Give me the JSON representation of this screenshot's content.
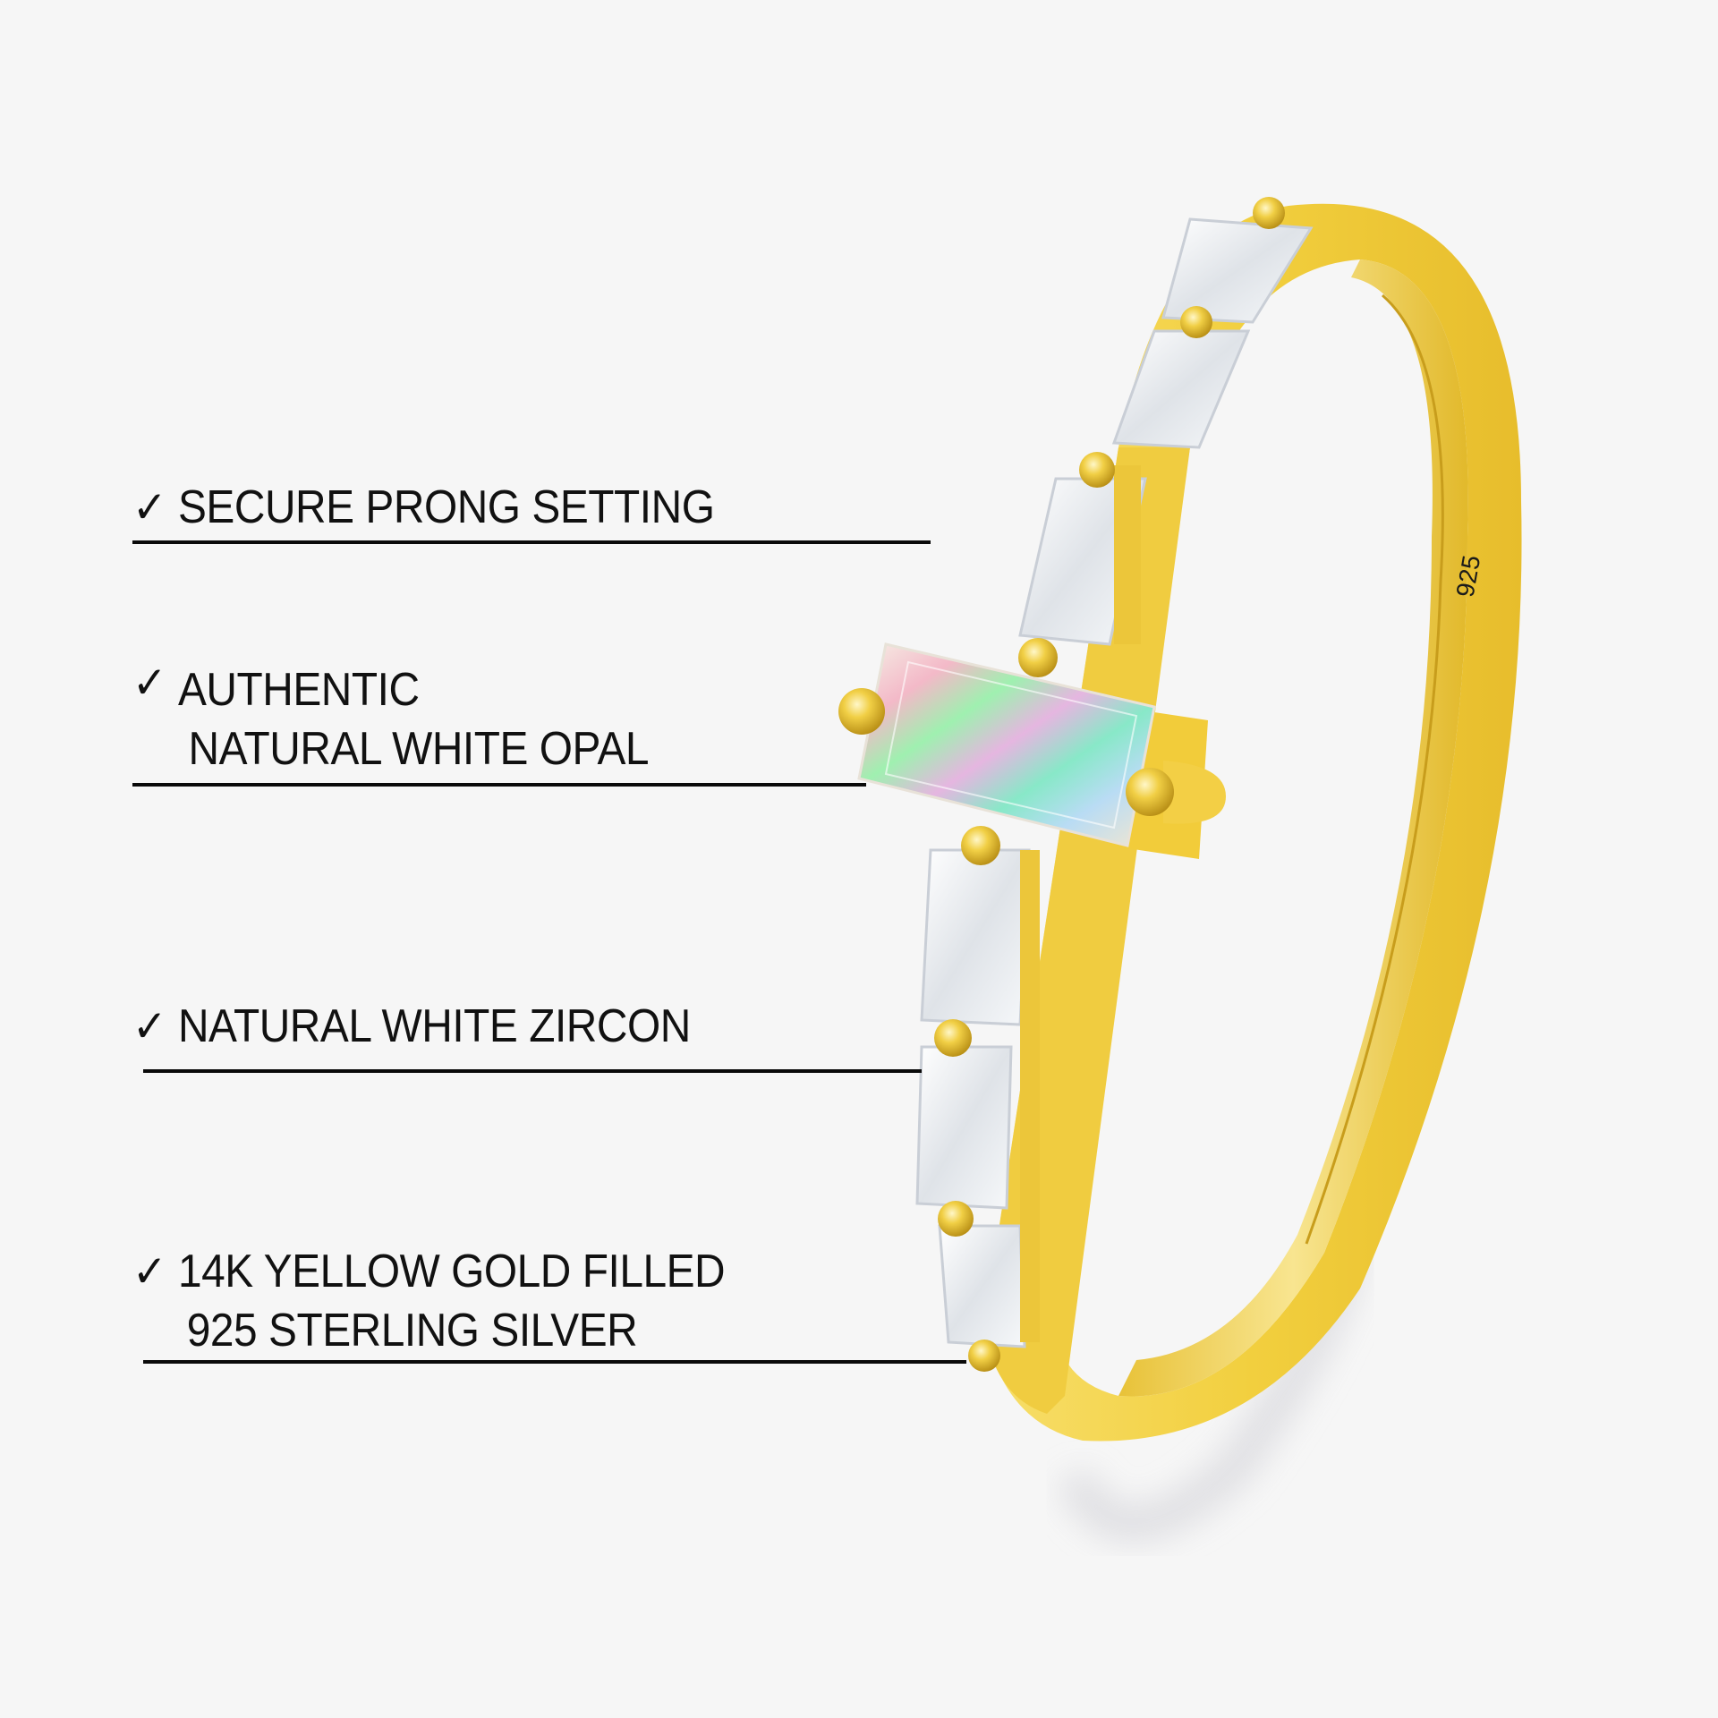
{
  "features": [
    {
      "check_icon": "✓",
      "line1": "SECURE PRONG SETTING",
      "line2": ""
    },
    {
      "check_icon": "✓",
      "line1": "AUTHENTIC",
      "line2": "NATURAL WHITE OPAL"
    },
    {
      "check_icon": "✓",
      "line1": "NATURAL WHITE ZIRCON",
      "line2": ""
    },
    {
      "check_icon": "✓",
      "line1": "14K YELLOW GOLD FILLED",
      "line2": "925 STERLING SILVER"
    }
  ],
  "ring": {
    "hallmark": "925",
    "metal_color": "#f4d34a",
    "metal_shadow": "#d8b22a",
    "stone_color": "#eef1f4",
    "opal_base": "#f3eee8"
  },
  "background_color": "#f6f6f6"
}
